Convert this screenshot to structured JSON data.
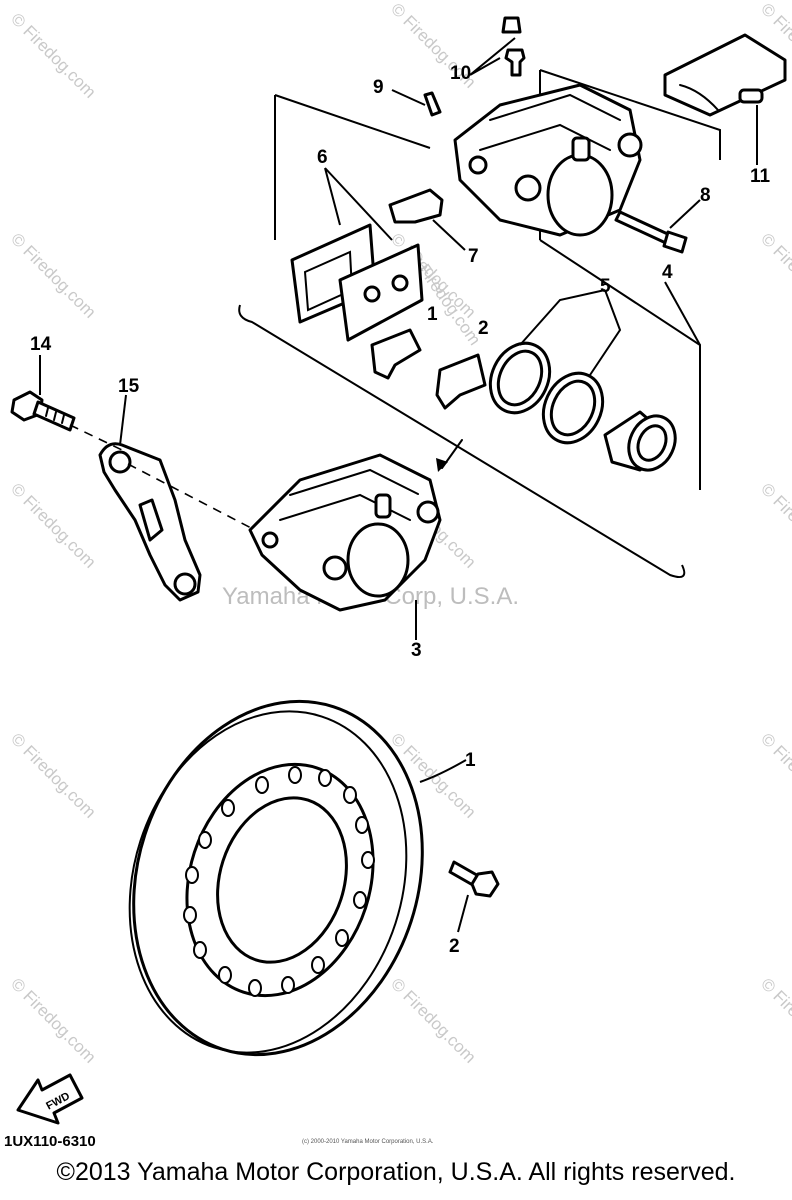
{
  "diagram": {
    "callouts": {
      "c1": "1",
      "c2": "2",
      "c3": "3",
      "c4": "4",
      "c5": "5",
      "c6": "6",
      "c7": "7",
      "c8": "8",
      "c9": "9",
      "c10": "10",
      "c11": "11",
      "c14": "14",
      "c15": "15",
      "c1b": "1",
      "c2b": "2"
    },
    "fwd_label": "FWD",
    "diagram_code": "1UX110-6310",
    "watermark_center": "Yamaha Motor Corp, U.S.A.",
    "watermark_tile": "© Firedog.com",
    "fine_print": "(c) 2000-2010 Yamaha Motor Corporation, U.S.A."
  },
  "footer": {
    "copyright": "©2013 Yamaha Motor Corporation, U.S.A. All rights reserved."
  },
  "icons": [
    "fwd-arrow-icon"
  ]
}
